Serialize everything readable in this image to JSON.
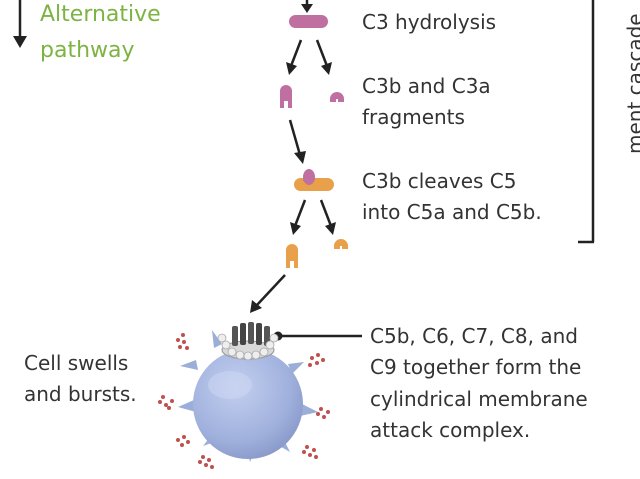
{
  "left": {
    "pathway_line1": "Alternative",
    "pathway_line2": "pathway",
    "cell_line1": "Cell swells",
    "cell_line2": "and bursts."
  },
  "steps": {
    "hydrolysis": "C3 hydrolysis",
    "fragments_line1": "C3b and C3a",
    "fragments_line2": "fragments",
    "cleaves_line1": "C3b cleaves C5",
    "cleaves_line2": "into C5a and C5b.",
    "mac_line1": "C5b, C6, C7, C8, and",
    "mac_line2": "C9 together form the",
    "mac_line3": "cylindrical membrane",
    "mac_line4": "attack complex."
  },
  "side_label": "ment cascade",
  "colors": {
    "pink": "#c070a0",
    "orange": "#e8a14a",
    "cell": "#a9b8de",
    "green": "#7cb342",
    "arrow": "#222222"
  }
}
